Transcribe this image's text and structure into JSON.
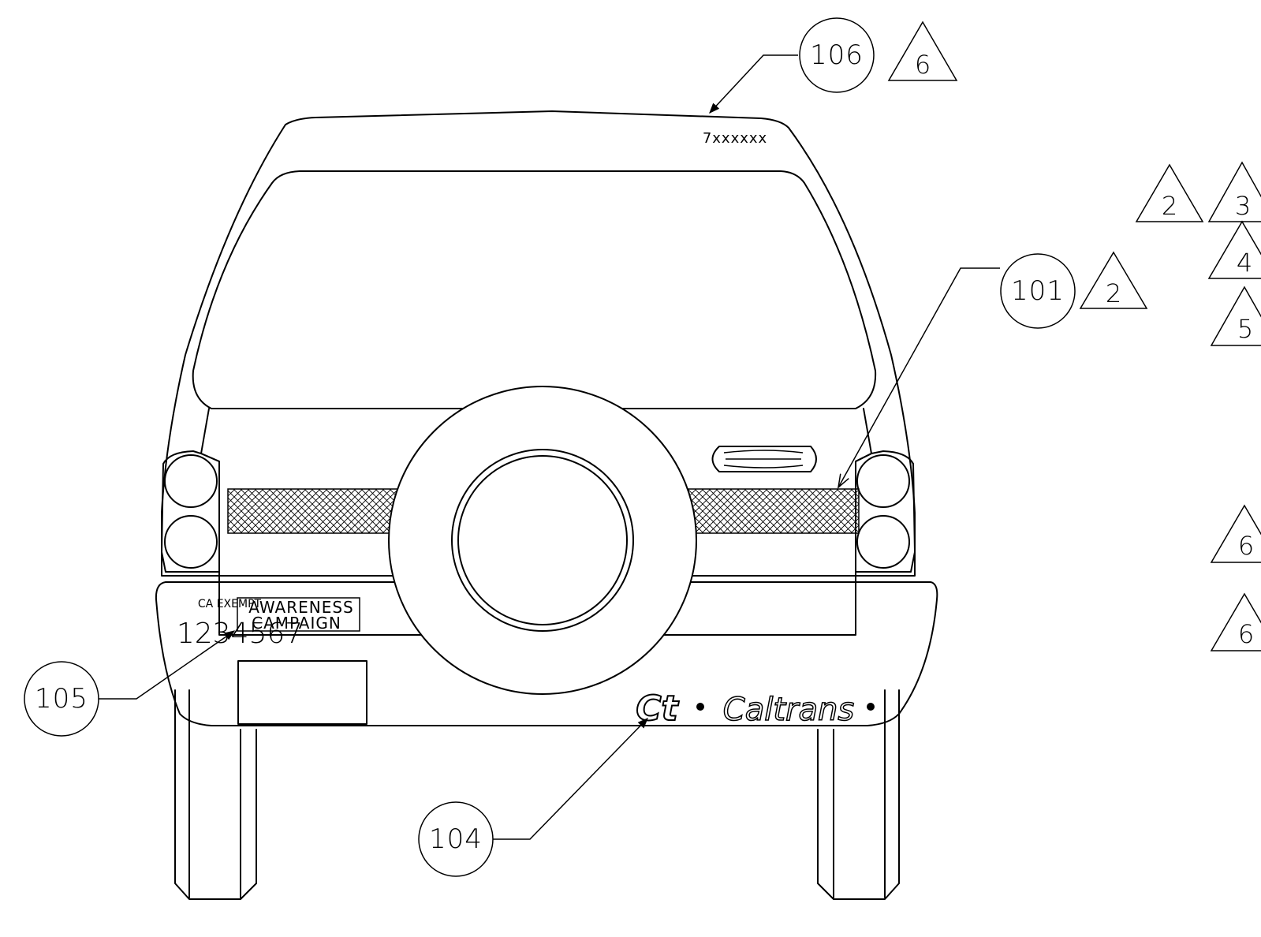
{
  "diagram": {
    "roof_text": "7xxxxxx",
    "plate": {
      "state_label": "CA EXEMPT",
      "number": "1234567"
    },
    "awareness_label": {
      "line1": "AWARENESS",
      "line2": "CAMPAIGN"
    },
    "logo": {
      "mark": "Ct",
      "word": "Caltrans"
    },
    "callouts": [
      {
        "id": "callout-106",
        "label": "106"
      },
      {
        "id": "callout-101",
        "label": "101"
      },
      {
        "id": "callout-105",
        "label": "105"
      },
      {
        "id": "callout-104",
        "label": "104"
      }
    ],
    "revision_triangles": [
      {
        "id": "tri-106",
        "label": "6"
      },
      {
        "id": "tri-101",
        "label": "2"
      },
      {
        "id": "tri-side-a",
        "label": "2"
      },
      {
        "id": "tri-side-b",
        "label": "3"
      },
      {
        "id": "tri-side-c",
        "label": "4"
      },
      {
        "id": "tri-side-d",
        "label": "5"
      },
      {
        "id": "tri-side-e",
        "label": "6"
      },
      {
        "id": "tri-side-f",
        "label": "6"
      }
    ]
  }
}
